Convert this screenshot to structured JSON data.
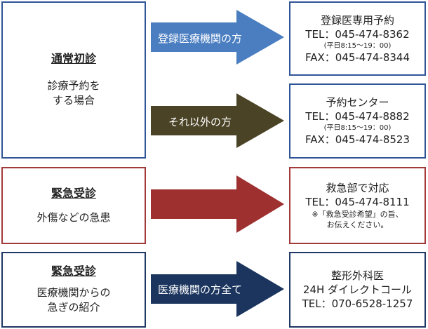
{
  "colors": {
    "box_border_blue": "#2f5597",
    "box_border_red": "#a33a3a",
    "box_border_navy": "#1f3864",
    "arrow_blue": "#4a7ec1",
    "arrow_olive": "#4a4326",
    "arrow_red": "#9e3030",
    "arrow_navy": "#1b355e"
  },
  "rows": [
    {
      "left": {
        "title": "通常初診",
        "description": "診療予約を\nする場合"
      },
      "arrows": [
        {
          "label": "登録医療機関の方",
          "contact": {
            "name": "登録医専用予約",
            "tel": "TEL：045-474-8362",
            "hours": "(平日8:15～19：00)",
            "fax": "FAX：045-474-8344"
          }
        },
        {
          "label": "それ以外の方",
          "contact": {
            "name": "予約センター",
            "tel": "TEL：045-474-8882",
            "hours": "(平日8:15～19：00)",
            "fax": "FAX：045-474-8523"
          }
        }
      ]
    },
    {
      "left": {
        "title": "緊急受診",
        "description": "外傷などの急患"
      },
      "arrows": [
        {
          "label": "",
          "contact": {
            "name": "救急部で対応",
            "tel": "TEL：045-474-8111",
            "note": "※「救急受診希望」の旨、\nお伝えください。"
          }
        }
      ]
    },
    {
      "left": {
        "title": "緊急受診",
        "description": "医療機関からの\n急ぎの紹介"
      },
      "arrows": [
        {
          "label": "医療機関の方全て",
          "contact": {
            "name": "整形外科医",
            "line2": "24H ダイレクトコール",
            "tel": "TEL：070-6528-1257"
          }
        }
      ]
    }
  ]
}
